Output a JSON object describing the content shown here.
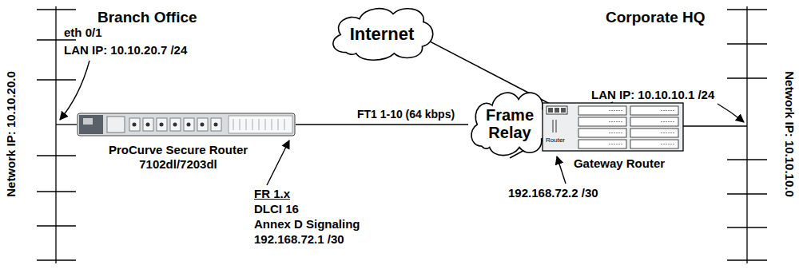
{
  "diagram": {
    "nodes": [
      {
        "text": [
          "ProCurve Secure Router 7102dl/7203dl"
        ]
      },
      {
        "text": [
          "Internet"
        ]
      },
      {
        "text": [
          "Frame Relay"
        ]
      },
      {
        "text": [
          "Router",
          "Gateway Router"
        ]
      }
    ],
    "edges": [
      {
        "from": 0,
        "to": 2,
        "arrow": "none",
        "label": "FT1 1-10 (64 kbps)"
      },
      {
        "from": 2,
        "to": 3,
        "arrow": "none"
      },
      {
        "from": 1,
        "to": 3,
        "arrow": "none"
      }
    ],
    "labels": [
      "Branch Office",
      "Corporate HQ",
      "eth 0/1",
      "LAN IP: 10.10.20.7 /24",
      "LAN IP: 10.10.10.1 /24",
      "Network IP: 10.10.20.0",
      "Network IP: 10.10.10.0",
      "FR 1.x",
      "DLCI 16",
      "Annex D Signaling",
      "192.168.72.1 /30",
      "192.168.72.2 /30"
    ]
  }
}
